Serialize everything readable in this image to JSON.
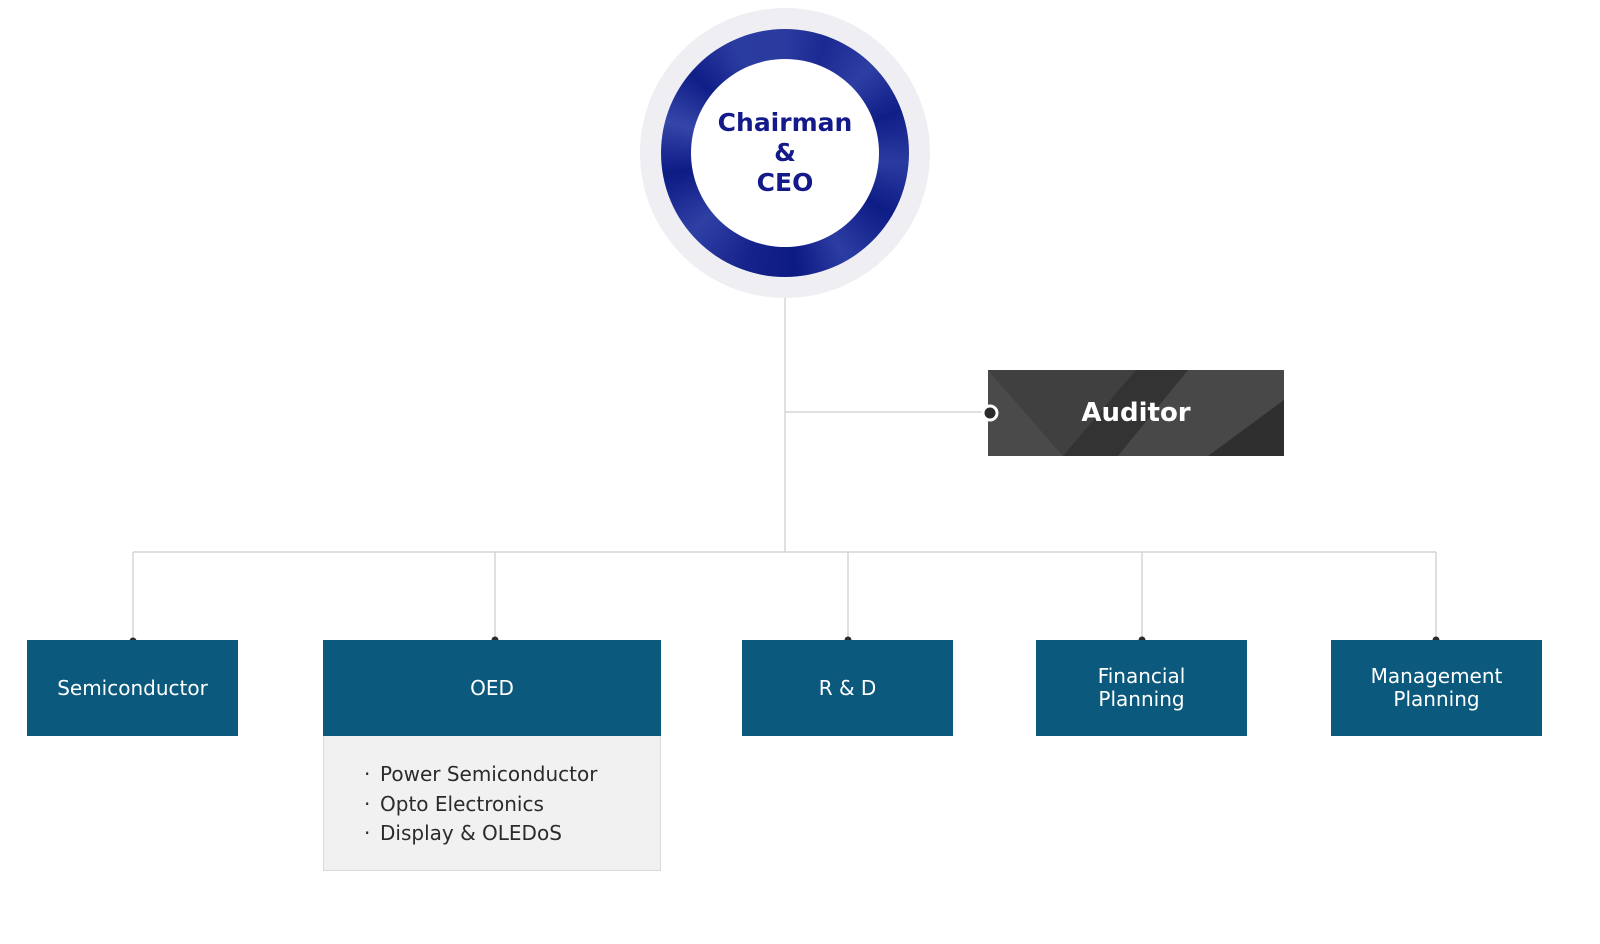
{
  "ceo": {
    "line1": "Chairman",
    "line2": "&",
    "line3": "CEO"
  },
  "auditor": {
    "label": "Auditor"
  },
  "departments": [
    {
      "label": "Semiconductor"
    },
    {
      "label": "OED"
    },
    {
      "label": "R & D"
    },
    {
      "label": "Financial\nPlanning"
    },
    {
      "label": "Management\nPlanning"
    }
  ],
  "oed_units": [
    "Power Semiconductor",
    "Opto Electronics",
    "Display & OLEDoS"
  ],
  "colors": {
    "ceo_ring": "#1b2a92",
    "ceo_text": "#141a8a",
    "auditor_bg": "#3c3c3c",
    "department_bg": "#0b5a7d",
    "connector_line": "#cccccc",
    "sub_panel_bg": "#f1f1f1"
  }
}
